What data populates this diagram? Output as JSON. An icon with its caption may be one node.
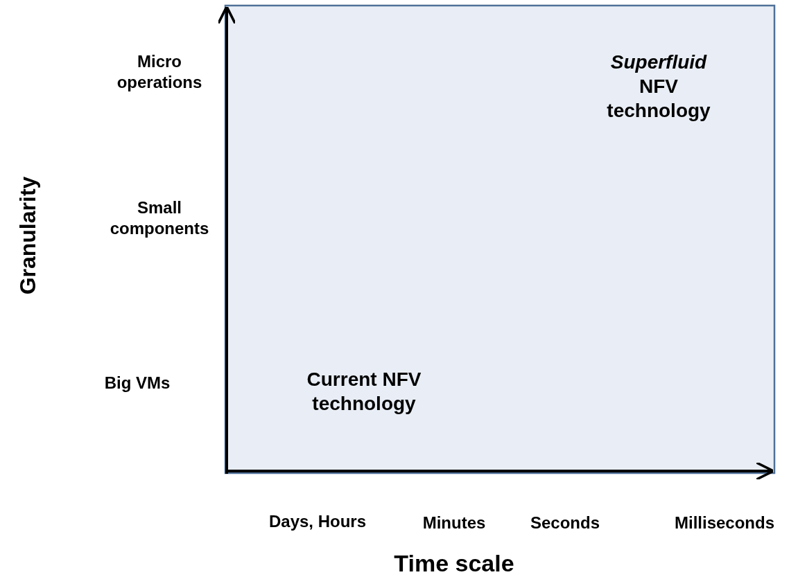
{
  "diagram": {
    "labels": [
      "Micro operations",
      "*Superfluid* NFV technology",
      "Granularity",
      "Small components",
      "Big VMs",
      "Current NFV technology",
      "Days, Hours",
      "Minutes",
      "Seconds",
      "Milliseconds",
      "Time scale"
    ]
  }
}
